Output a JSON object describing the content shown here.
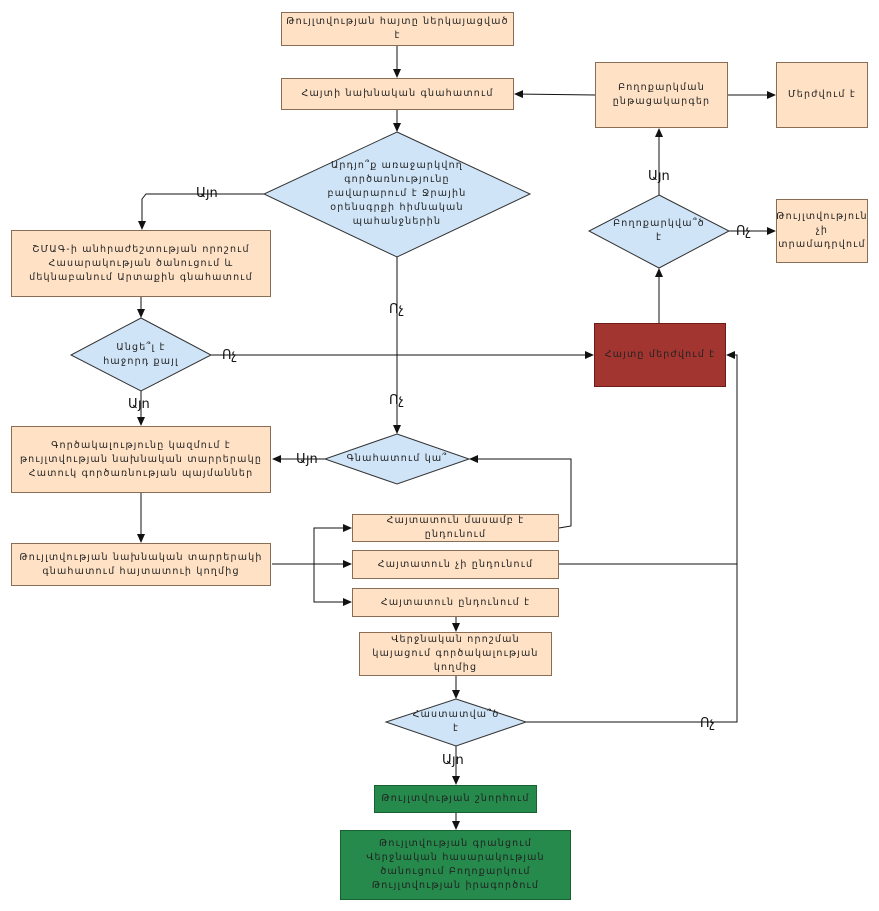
{
  "nodes": {
    "start": "Թույլտվության հայտը ներկայացված է",
    "prelim": "Հայտի նախնական գնահատում",
    "q_impact": "Արդյո՞ք առաջարկվող գործառնությունը բավարարում է Ջրային օրենսգրքի հիմնական պահանջներին",
    "seia": "ՇՄԱԳ-ի անհրաժեշտության որոշում Հասարակության ծանուցում և մեկնաբանում Արտաքին գնահատում",
    "q_passed": "Անցե՞լ է հաջորդ քայլ",
    "cond": "Գործակալությունը կազմում է թույլտվության նախնական տարրերակը Հատուկ գործառնության պայմաններ",
    "q_eval": "Գնահատում կա՞",
    "draft_eval": "Թույլտվության նախնական տարրերակի գնահատում հայտատուի կողմից",
    "a_partial": "Հայտատուն մասամբ է ընդունում",
    "a_reject": "Հայտատուն չի ընդունում",
    "a_accept": "Հայտատուն ընդունում է",
    "final_decision": "Վերջնական որոշման կայացում գործակալության կողմից",
    "q_approved": "Հաստատվա՞ծ է",
    "issue": "Թույլտվության շնորհում",
    "final": "Թույլտվության գրանցում Վերջնական հասարակության ծանուցում Բողոքարկում Թույլտվության իրագործում",
    "denied": "Հայտը մերժվում է",
    "q_appeal": "Բողոքարկվա՞ծ է",
    "not_issued": "Թույլտվություն չի տրամադրվում",
    "appeal_proc": "Բողոքարկման ընթացակարգեր",
    "rejected": "Մերժվում է"
  },
  "labels": {
    "yes": "Այո",
    "no": "Ոչ"
  },
  "colors": {
    "rect_fill": "#ffe2c6",
    "diamond_fill": "#cfe4f7",
    "denied_fill": "#a23530",
    "issue_fill": "#258a4c"
  }
}
